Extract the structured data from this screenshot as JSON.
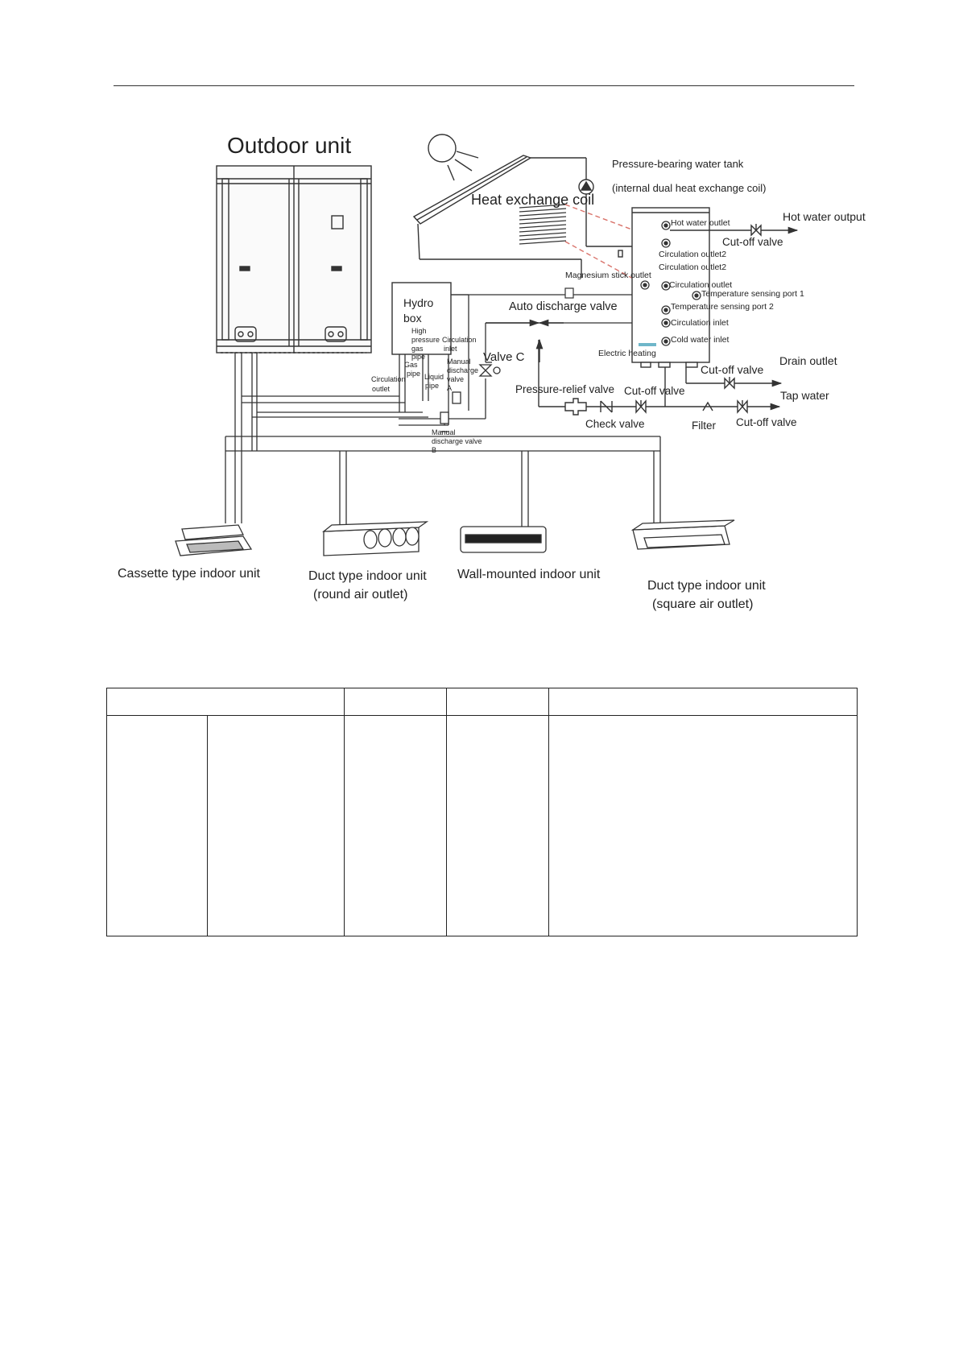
{
  "diagram": {
    "outdoor_unit_title": "Outdoor unit",
    "heat_exchange_coil": "Heat exchange coil",
    "water_tank_title": "Pressure-bearing water tank",
    "water_tank_subtitle": "(internal dual heat exchange coil)",
    "hydro_box": [
      "Hydro",
      "box"
    ],
    "hydro_labels": {
      "high_pressure_gas_pipe": [
        "High",
        "pressure",
        "gas",
        "pipe"
      ],
      "gas_pipe": [
        "Gas",
        "pipe"
      ],
      "liquid_pipe": [
        "Liquid",
        "pipe"
      ],
      "circulation_outlet": [
        "Circulation",
        "outlet"
      ],
      "circulation_inlet": [
        "Circulation",
        "inlet"
      ],
      "manual_discharge_valve_a": [
        "Manual",
        "discharge",
        "valve",
        "A"
      ],
      "manual_discharge_valve_b": [
        "Manual",
        "discharge valve",
        "B"
      ]
    },
    "valve_c": "Valve C",
    "auto_discharge_valve": "Auto discharge valve",
    "tank_ports": {
      "hot_water_outlet": "Hot water outlet",
      "circulation_outlet2_a": "Circulation outlet2",
      "circulation_outlet2_b": "Circulation outlet2",
      "magnesium_stick_outlet": "Magnesium stick outlet",
      "circulation_outlet": "Circulation outlet",
      "temp_port_1": "Temperature sensing port 1",
      "temp_port_2": "Temperature sensing port 2",
      "circulation_inlet": "Circulation inlet",
      "cold_water_inlet": "Cold water inlet",
      "electric_heating": "Electric heating"
    },
    "hot_water_output": "Hot water output",
    "cutoff_valve": "Cut-off valve",
    "drain_outlet": "Drain outlet",
    "tap_water": "Tap water",
    "pressure_relief_valve": "Pressure-relief valve",
    "check_valve": "Check valve",
    "filter": "Filter",
    "indoor_units": {
      "cassette": "Cassette type indoor unit",
      "duct_round": [
        "Duct type indoor unit",
        "(round air outlet)"
      ],
      "wall_mounted": "Wall-mounted indoor unit",
      "duct_square": [
        "Duct type indoor unit",
        "(square air outlet)"
      ]
    },
    "colors": {
      "line": "#333333",
      "dashed_coil": "#d9736b",
      "heating_element": "#6fb6c9"
    }
  }
}
